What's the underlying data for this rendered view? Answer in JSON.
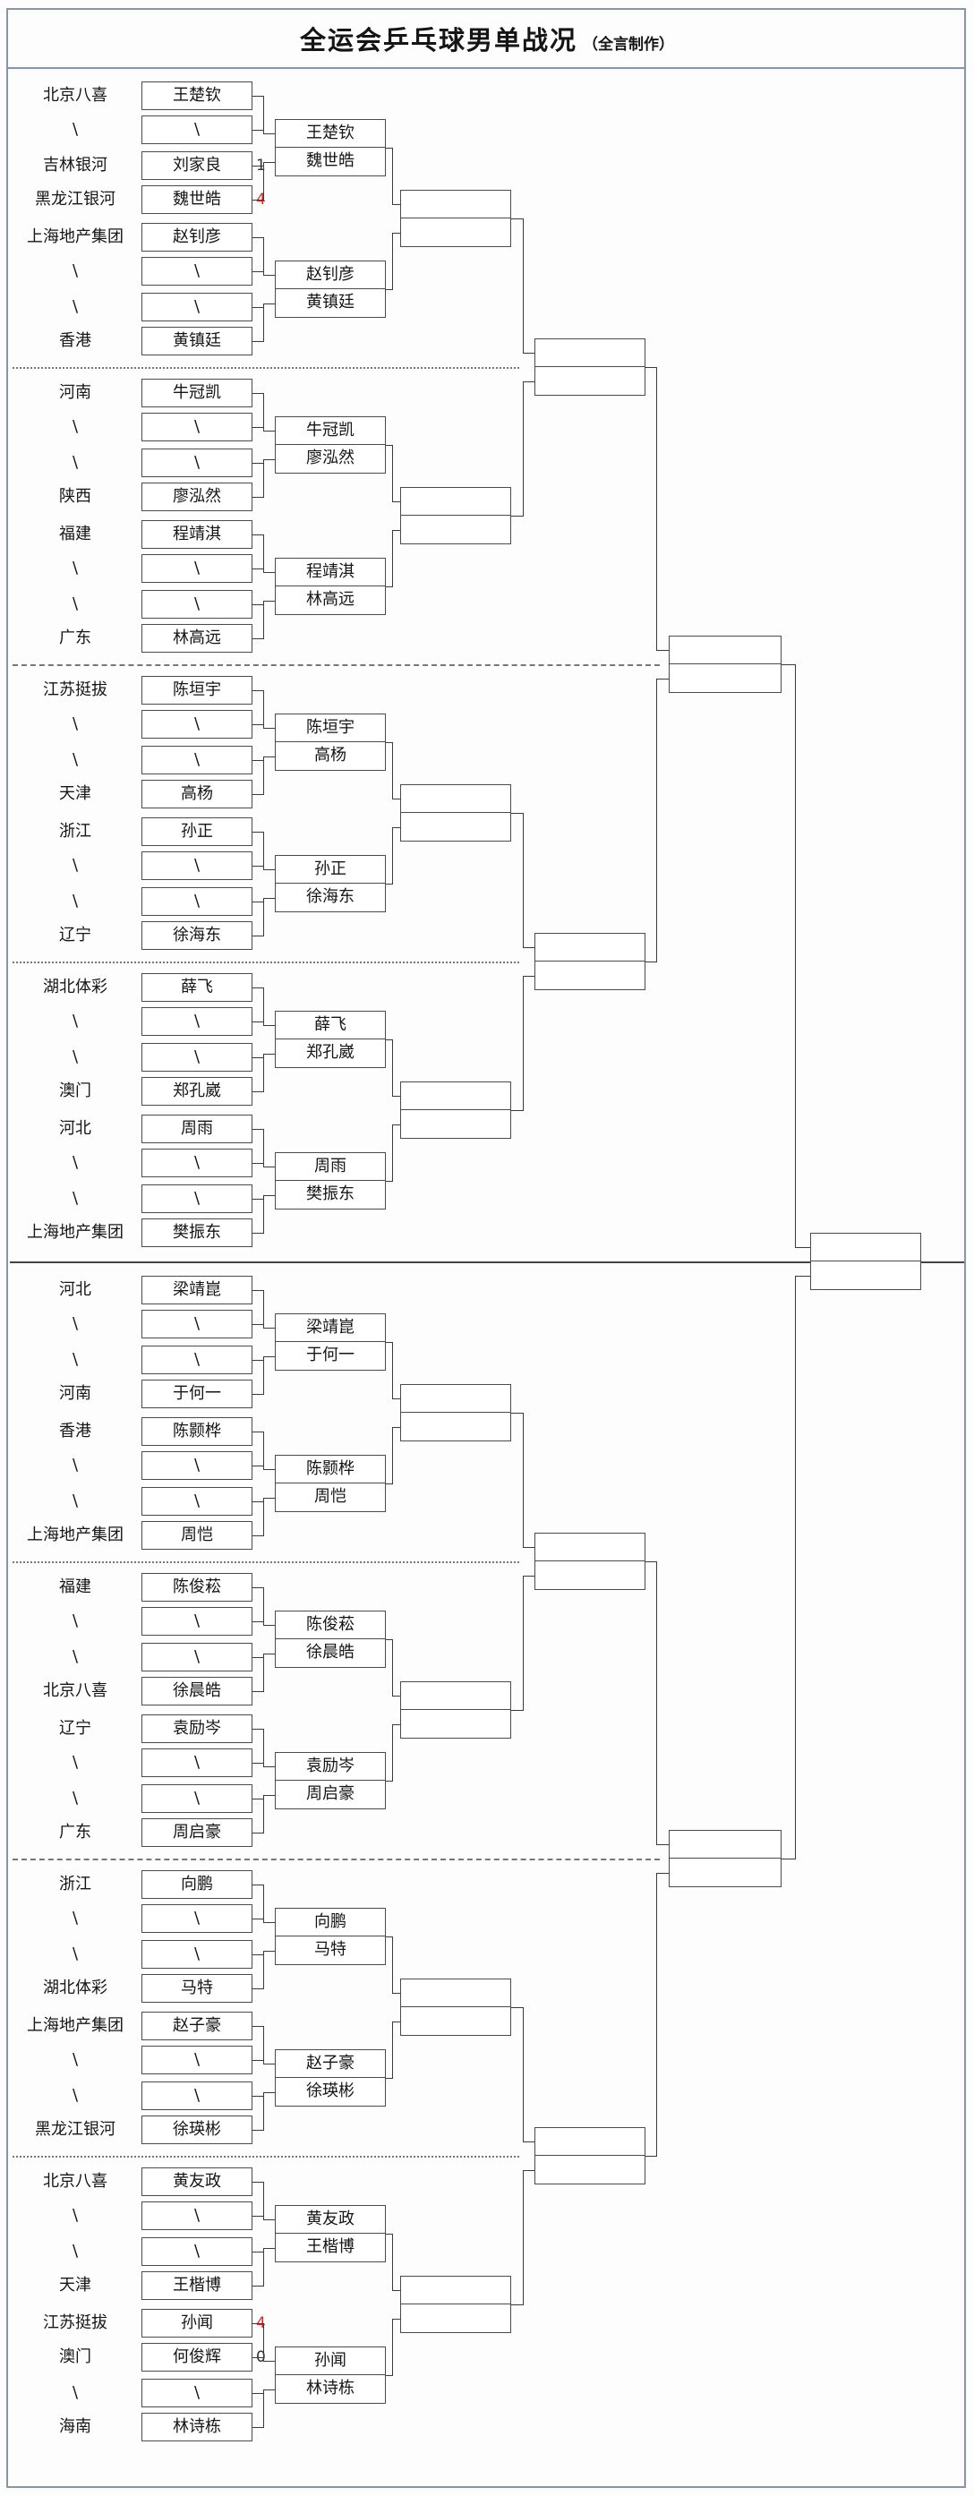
{
  "title": {
    "text": "全运会乒乓球男单战况",
    "credit": "（全言制作）"
  },
  "colors": {
    "win_score": "#cf2b2b",
    "lose_score": "#333333",
    "line": "#3a3a3a",
    "frame": "#8694b4"
  },
  "bracket": {
    "groups": [
      {
        "labels": [
          "北京八喜",
          "\\",
          "吉林银河",
          "黑龙江银河",
          "上海地产集团",
          "\\",
          "\\",
          "香港"
        ],
        "r1": [
          "王楚钦",
          "\\",
          "刘家良",
          "魏世皓",
          "赵钊彦",
          "\\",
          "\\",
          "黄镇廷"
        ],
        "scores": {
          "2": {
            "value": "1",
            "win": false
          },
          "3": {
            "value": "4",
            "win": true
          }
        },
        "r2": [
          [
            "王楚钦",
            "魏世皓"
          ],
          [
            "赵钊彦",
            "黄镇廷"
          ]
        ]
      },
      {
        "labels": [
          "河南",
          "\\",
          "\\",
          "陕西",
          "福建",
          "\\",
          "\\",
          "广东"
        ],
        "r1": [
          "牛冠凯",
          "\\",
          "\\",
          "廖泓然",
          "程靖淇",
          "\\",
          "\\",
          "林高远"
        ],
        "scores": {},
        "r2": [
          [
            "牛冠凯",
            "廖泓然"
          ],
          [
            "程靖淇",
            "林高远"
          ]
        ]
      },
      {
        "labels": [
          "江苏挺拔",
          "\\",
          "\\",
          "天津",
          "浙江",
          "\\",
          "\\",
          "辽宁"
        ],
        "r1": [
          "陈垣宇",
          "\\",
          "\\",
          "高杨",
          "孙正",
          "\\",
          "\\",
          "徐海东"
        ],
        "scores": {},
        "r2": [
          [
            "陈垣宇",
            "高杨"
          ],
          [
            "孙正",
            "徐海东"
          ]
        ]
      },
      {
        "labels": [
          "湖北体彩",
          "\\",
          "\\",
          "澳门",
          "河北",
          "\\",
          "\\",
          "上海地产集团"
        ],
        "r1": [
          "薛飞",
          "\\",
          "\\",
          "郑孔崴",
          "周雨",
          "\\",
          "\\",
          "樊振东"
        ],
        "scores": {},
        "r2": [
          [
            "薛飞",
            "郑孔崴"
          ],
          [
            "周雨",
            "樊振东"
          ]
        ]
      },
      {
        "labels": [
          "河北",
          "\\",
          "\\",
          "河南",
          "香港",
          "\\",
          "\\",
          "上海地产集团"
        ],
        "r1": [
          "梁靖崑",
          "\\",
          "\\",
          "于何一",
          "陈颢桦",
          "\\",
          "\\",
          "周恺"
        ],
        "scores": {},
        "r2": [
          [
            "梁靖崑",
            "于何一"
          ],
          [
            "陈颢桦",
            "周恺"
          ]
        ]
      },
      {
        "labels": [
          "福建",
          "\\",
          "\\",
          "北京八喜",
          "辽宁",
          "\\",
          "\\",
          "广东"
        ],
        "r1": [
          "陈俊菘",
          "\\",
          "\\",
          "徐晨皓",
          "袁励岑",
          "\\",
          "\\",
          "周启豪"
        ],
        "scores": {},
        "r2": [
          [
            "陈俊菘",
            "徐晨皓"
          ],
          [
            "袁励岑",
            "周启豪"
          ]
        ]
      },
      {
        "labels": [
          "浙江",
          "\\",
          "\\",
          "湖北体彩",
          "上海地产集团",
          "\\",
          "\\",
          "黑龙江银河"
        ],
        "r1": [
          "向鹏",
          "\\",
          "\\",
          "马特",
          "赵子豪",
          "\\",
          "\\",
          "徐瑛彬"
        ],
        "scores": {},
        "r2": [
          [
            "向鹏",
            "马特"
          ],
          [
            "赵子豪",
            "徐瑛彬"
          ]
        ]
      },
      {
        "labels": [
          "北京八喜",
          "\\",
          "\\",
          "天津",
          "江苏挺拔",
          "澳门",
          "\\",
          "海南"
        ],
        "r1": [
          "黄友政",
          "\\",
          "\\",
          "王楷博",
          "孙闻",
          "何俊辉",
          "\\",
          "林诗栋"
        ],
        "scores": {
          "4": {
            "value": "4",
            "win": true
          },
          "5": {
            "value": "0",
            "win": false
          }
        },
        "r2": [
          [
            "黄友政",
            "王楷博"
          ],
          [
            "孙闻",
            "林诗栋"
          ]
        ]
      }
    ]
  }
}
